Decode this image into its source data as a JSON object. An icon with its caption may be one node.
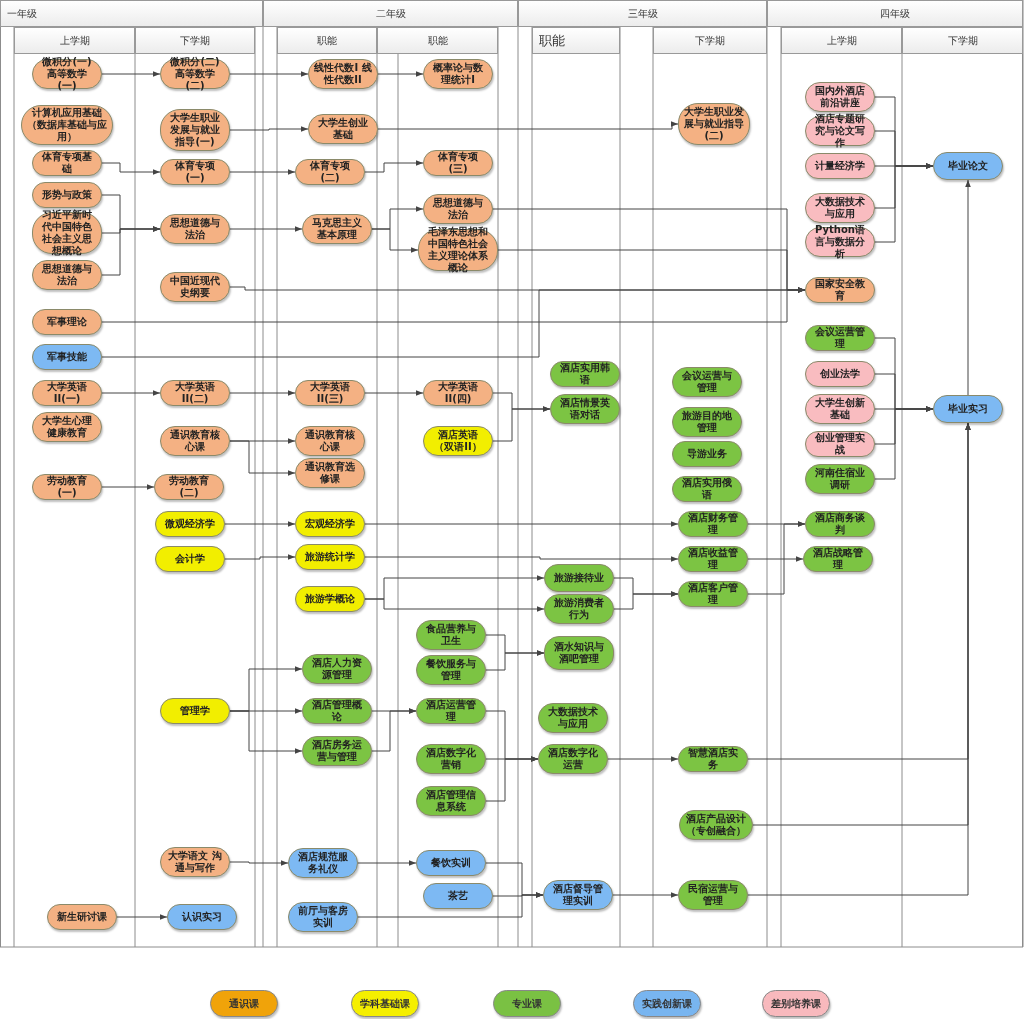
{
  "diagram": {
    "nodes": [
      {
        "text": [
          "微积分(一) 高等数学(一)"
        ]
      },
      {
        "text": [
          "计算机应用基础（数据库基础与应用）"
        ]
      },
      {
        "text": [
          "体育专项基础"
        ]
      },
      {
        "text": [
          "形势与政策"
        ]
      },
      {
        "text": [
          "习近平新时代中国特色社会主义思想概论"
        ]
      },
      {
        "text": [
          "思想道德与法治"
        ]
      },
      {
        "text": [
          "军事理论"
        ]
      },
      {
        "text": [
          "军事技能"
        ]
      },
      {
        "text": [
          "大学英语II(一)"
        ]
      },
      {
        "text": [
          "大学生心理健康教育"
        ]
      },
      {
        "text": [
          "劳动教育(一)"
        ]
      },
      {
        "text": [
          "新生研讨课"
        ]
      },
      {
        "text": [
          "微积分(二) 高等数学(二)"
        ]
      },
      {
        "text": [
          "大学生职业发展与就业指导(一)"
        ]
      },
      {
        "text": [
          "体育专项(一)"
        ]
      },
      {
        "text": [
          "思想道德与法治"
        ]
      },
      {
        "text": [
          "中国近现代史纲要"
        ]
      },
      {
        "text": [
          "大学英语II(二)"
        ]
      },
      {
        "text": [
          "通识教育核心课"
        ]
      },
      {
        "text": [
          "劳动教育(二)"
        ]
      },
      {
        "text": [
          "微观经济学"
        ]
      },
      {
        "text": [
          "会计学"
        ]
      },
      {
        "text": [
          "管理学"
        ]
      },
      {
        "text": [
          "大学语文 沟通与写作"
        ]
      },
      {
        "text": [
          "认识实习"
        ]
      },
      {
        "text": [
          "线性代数I 线性代数II"
        ]
      },
      {
        "text": [
          "大学生创业基础"
        ]
      },
      {
        "text": [
          "体育专项(二)"
        ]
      },
      {
        "text": [
          "马克思主义基本原理"
        ]
      },
      {
        "text": [
          "大学英语II(三)"
        ]
      },
      {
        "text": [
          "通识教育核心课"
        ]
      },
      {
        "text": [
          "通识教育选修课"
        ]
      },
      {
        "text": [
          "宏观经济学"
        ]
      },
      {
        "text": [
          "旅游统计学"
        ]
      },
      {
        "text": [
          "旅游学概论"
        ]
      },
      {
        "text": [
          "酒店人力资源管理"
        ]
      },
      {
        "text": [
          "酒店管理概论"
        ]
      },
      {
        "text": [
          "酒店房务运营与管理"
        ]
      },
      {
        "text": [
          "酒店规范服务礼仪"
        ]
      },
      {
        "text": [
          "前厅与客房实训"
        ]
      },
      {
        "text": [
          "概率论与数理统计I"
        ]
      },
      {
        "text": [
          "体育专项(三)"
        ]
      },
      {
        "text": [
          "思想道德与法治"
        ]
      },
      {
        "text": [
          "毛泽东思想和中国特色社会主义理论体系概论"
        ]
      },
      {
        "text": [
          "大学英语II(四)"
        ]
      },
      {
        "text": [
          "酒店英语（双语II）"
        ]
      },
      {
        "text": [
          "食品营养与卫生"
        ]
      },
      {
        "text": [
          "餐饮服务与管理"
        ]
      },
      {
        "text": [
          "酒店运营管理"
        ]
      },
      {
        "text": [
          "酒店数字化营销"
        ]
      },
      {
        "text": [
          "酒店管理信息系统"
        ]
      },
      {
        "text": [
          "餐饮实训"
        ]
      },
      {
        "text": [
          "茶艺"
        ]
      },
      {
        "text": [
          "酒店实用韩语"
        ]
      },
      {
        "text": [
          "酒店情景英语对话"
        ]
      },
      {
        "text": [
          "旅游接待业"
        ]
      },
      {
        "text": [
          "旅游消费者行为"
        ]
      },
      {
        "text": [
          "酒水知识与酒吧管理"
        ]
      },
      {
        "text": [
          "大数据技术与应用"
        ]
      },
      {
        "text": [
          "酒店数字化运营"
        ]
      },
      {
        "text": [
          "酒店督导管理实训"
        ]
      },
      {
        "text": [
          "大学生职业发展与就业指导(二)"
        ]
      },
      {
        "text": [
          "会议运营与管理"
        ]
      },
      {
        "text": [
          "旅游目的地管理"
        ]
      },
      {
        "text": [
          "导游业务"
        ]
      },
      {
        "text": [
          "酒店实用俄语"
        ]
      },
      {
        "text": [
          "酒店财务管理"
        ]
      },
      {
        "text": [
          "酒店收益管理"
        ]
      },
      {
        "text": [
          "酒店客户管理"
        ]
      },
      {
        "text": [
          "智慧酒店实务"
        ]
      },
      {
        "text": [
          "酒店产品设计（专创融合）"
        ]
      },
      {
        "text": [
          "民宿运营与管理"
        ]
      },
      {
        "text": [
          "国内外酒店前沿讲座"
        ]
      },
      {
        "text": [
          "酒店专题研究与论文写作"
        ]
      },
      {
        "text": [
          "计量经济学"
        ]
      },
      {
        "text": [
          "大数据技术与应用"
        ]
      },
      {
        "text": [
          "Python语言与数据分析"
        ]
      },
      {
        "text": [
          "国家安全教育"
        ]
      },
      {
        "text": [
          "会议运营管理"
        ]
      },
      {
        "text": [
          "创业法学"
        ]
      },
      {
        "text": [
          "大学生创新基础"
        ]
      },
      {
        "text": [
          "创业管理实战"
        ]
      },
      {
        "text": [
          "河南住宿业调研"
        ]
      },
      {
        "text": [
          "酒店商务谈判"
        ]
      },
      {
        "text": [
          "酒店战略管理"
        ]
      },
      {
        "text": [
          "毕业论文"
        ]
      },
      {
        "text": [
          "毕业实习"
        ]
      }
    ],
    "edges": [
      {
        "from": 0,
        "to": 12,
        "arrow": "to"
      },
      {
        "from": 12,
        "to": 25,
        "arrow": "to"
      },
      {
        "from": 25,
        "to": 40,
        "arrow": "to"
      },
      {
        "from": 13,
        "to": 26,
        "arrow": "to"
      },
      {
        "from": 26,
        "to": 61,
        "arrow": "to"
      },
      {
        "from": 2,
        "to": 14,
        "arrow": "to"
      },
      {
        "from": 14,
        "to": 27,
        "arrow": "to"
      },
      {
        "from": 27,
        "to": 41,
        "arrow": "to"
      },
      {
        "from": 3,
        "to": 15,
        "arrow": "to"
      },
      {
        "from": 4,
        "to": 15,
        "arrow": "to"
      },
      {
        "from": 5,
        "to": 15,
        "arrow": "to"
      },
      {
        "from": 15,
        "to": 28,
        "arrow": "to"
      },
      {
        "from": 28,
        "to": 42,
        "arrow": "to"
      },
      {
        "from": 28,
        "to": 43,
        "arrow": "to"
      },
      {
        "from": 42,
        "to": 77,
        "arrow": "to"
      },
      {
        "from": 43,
        "to": 77,
        "arrow": "to"
      },
      {
        "from": 6,
        "to": 77,
        "arrow": "to"
      },
      {
        "from": 16,
        "to": 77,
        "arrow": "to"
      },
      {
        "from": 7,
        "to": 77,
        "arrow": "to"
      },
      {
        "from": 8,
        "to": 17,
        "arrow": "to"
      },
      {
        "from": 17,
        "to": 29,
        "arrow": "to"
      },
      {
        "from": 29,
        "to": 44,
        "arrow": "to"
      },
      {
        "from": 44,
        "to": 54,
        "arrow": "to"
      },
      {
        "from": 45,
        "to": 54,
        "arrow": "to"
      },
      {
        "from": 18,
        "to": 30,
        "arrow": "to"
      },
      {
        "from": 18,
        "to": 31,
        "arrow": "to"
      },
      {
        "from": 10,
        "to": 19,
        "arrow": "to"
      },
      {
        "from": 20,
        "to": 32,
        "arrow": "to"
      },
      {
        "from": 32,
        "to": 66,
        "arrow": "to"
      },
      {
        "from": 21,
        "to": 33,
        "arrow": "to"
      },
      {
        "from": 33,
        "to": 67,
        "arrow": "to"
      },
      {
        "from": 34,
        "to": 55,
        "arrow": "to"
      },
      {
        "from": 34,
        "to": 56,
        "arrow": "to"
      },
      {
        "from": 55,
        "to": 68,
        "arrow": "to"
      },
      {
        "from": 56,
        "to": 68,
        "arrow": "to"
      },
      {
        "from": 66,
        "to": 83,
        "arrow": "to"
      },
      {
        "from": 67,
        "to": 84,
        "arrow": "to"
      },
      {
        "from": 68,
        "to": 83,
        "arrow": "to"
      },
      {
        "from": 46,
        "to": 57,
        "arrow": "to"
      },
      {
        "from": 47,
        "to": 57,
        "arrow": "to"
      },
      {
        "from": 22,
        "to": 35,
        "arrow": "to"
      },
      {
        "from": 22,
        "to": 36,
        "arrow": "to"
      },
      {
        "from": 22,
        "to": 37,
        "arrow": "to"
      },
      {
        "from": 36,
        "to": 48,
        "arrow": "to"
      },
      {
        "from": 37,
        "to": 48,
        "arrow": "to"
      },
      {
        "from": 48,
        "to": 59,
        "arrow": "to"
      },
      {
        "from": 49,
        "to": 59,
        "arrow": "to"
      },
      {
        "from": 50,
        "to": 59,
        "arrow": "to"
      },
      {
        "from": 59,
        "to": 69,
        "arrow": "to"
      },
      {
        "from": 69,
        "to": 86,
        "arrow": "to"
      },
      {
        "from": 70,
        "to": 86,
        "arrow": "to"
      },
      {
        "from": 71,
        "to": 86,
        "arrow": "to"
      },
      {
        "from": 23,
        "to": 38,
        "arrow": "to"
      },
      {
        "from": 38,
        "to": 51,
        "arrow": "to"
      },
      {
        "from": 51,
        "to": 60,
        "arrow": "to"
      },
      {
        "from": 52,
        "to": 60,
        "arrow": "to"
      },
      {
        "from": 39,
        "to": 60,
        "arrow": "to"
      },
      {
        "from": 60,
        "to": 71,
        "arrow": "to"
      },
      {
        "from": 11,
        "to": 24,
        "arrow": "to"
      },
      {
        "from": 72,
        "to": 85,
        "arrow": "to"
      },
      {
        "from": 73,
        "to": 85,
        "arrow": "to"
      },
      {
        "from": 74,
        "to": 85,
        "arrow": "to"
      },
      {
        "from": 75,
        "to": 85,
        "arrow": "to"
      },
      {
        "from": 76,
        "to": 85,
        "arrow": "to"
      },
      {
        "from": 78,
        "to": 86,
        "arrow": "to"
      },
      {
        "from": 79,
        "to": 86,
        "arrow": "to"
      },
      {
        "from": 80,
        "to": 86,
        "arrow": "to"
      },
      {
        "from": 81,
        "to": 86,
        "arrow": "to"
      },
      {
        "from": 82,
        "to": 86,
        "arrow": "to"
      },
      {
        "from": 86,
        "to": 85,
        "arrow": "to"
      }
    ],
    "labels": [
      "一年级",
      "二年级",
      "三年级",
      "四年级",
      "上学期",
      "下学期",
      "职能",
      "职能",
      "职能",
      "下学期",
      "上学期",
      "下学期"
    ],
    "legend": [
      {
        "text": "通识课",
        "color": "#f0a30a"
      },
      {
        "text": "学科基础课",
        "color": "#f5ef00"
      },
      {
        "text": "专业课",
        "color": "#7ac143"
      },
      {
        "text": "实践创新课",
        "color": "#78b5f0"
      },
      {
        "text": "差别培养课",
        "color": "#f8b9bd"
      }
    ]
  }
}
